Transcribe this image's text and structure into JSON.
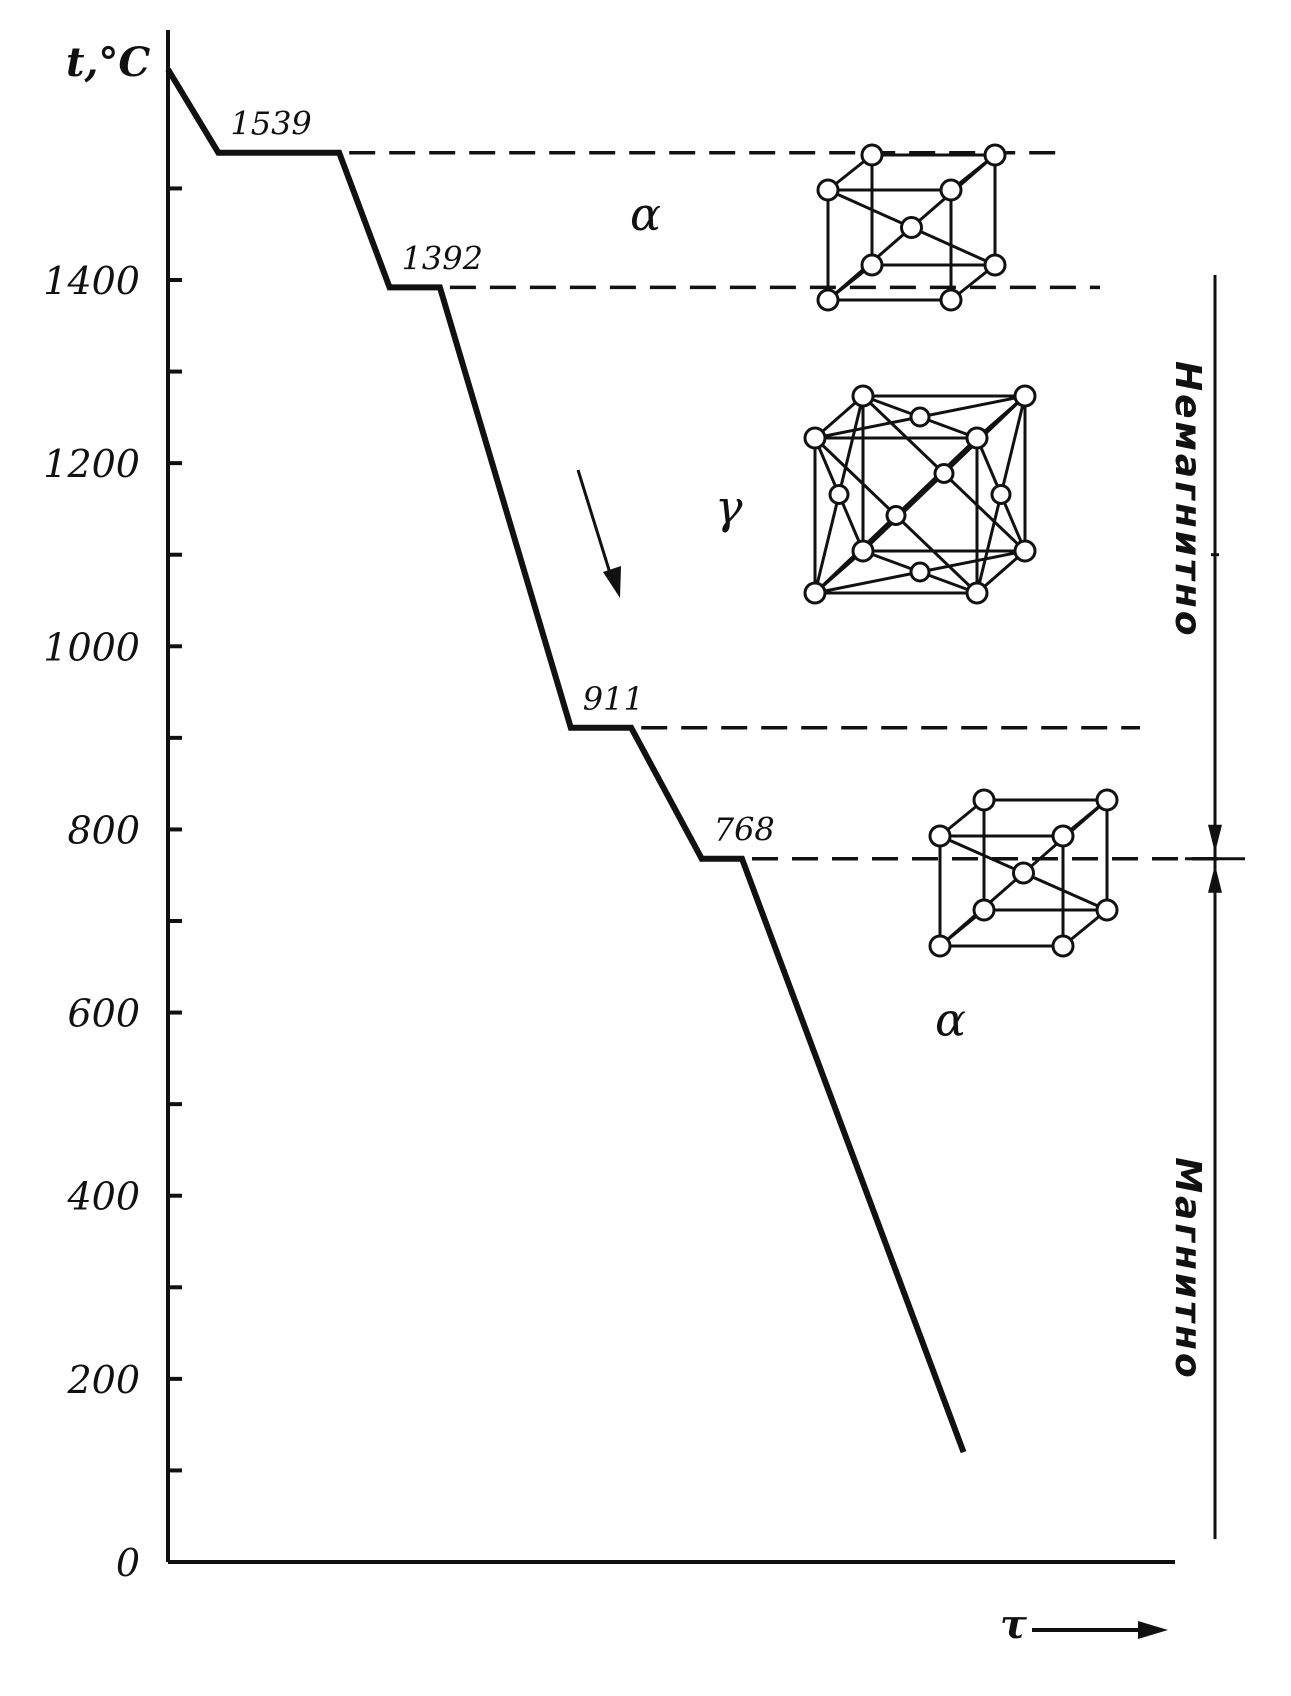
{
  "chart_data": {
    "type": "line",
    "ylabel": "t,°C",
    "xlabel": "τ",
    "ylim": [
      0,
      1600
    ],
    "yticks": [
      0,
      200,
      400,
      600,
      800,
      1000,
      1200,
      1400
    ],
    "series": [
      {
        "x": [
          0.0,
          0.05,
          0.17,
          0.22,
          0.27,
          0.4,
          0.46,
          0.53,
          0.57,
          0.79
        ],
        "y": [
          1630,
          1539,
          1539,
          1392,
          1392,
          911,
          911,
          768,
          768,
          120
        ]
      }
    ],
    "transitions": [
      {
        "label": "1539",
        "value": 1539
      },
      {
        "label": "1392",
        "value": 1392
      },
      {
        "label": "911",
        "value": 911
      },
      {
        "label": "768",
        "value": 768
      }
    ],
    "phases": [
      {
        "label": "α",
        "y": 1470,
        "lattice": "bcc"
      },
      {
        "label": "γ",
        "y": 1150,
        "lattice": "fcc"
      },
      {
        "label": "α",
        "y": 600,
        "lattice": "bcc"
      }
    ],
    "magnetic_regions": [
      {
        "label": "Немагнитно",
        "from": 768,
        "to": 1400
      },
      {
        "label": "Магнитно",
        "from": 0,
        "to": 768
      }
    ]
  }
}
